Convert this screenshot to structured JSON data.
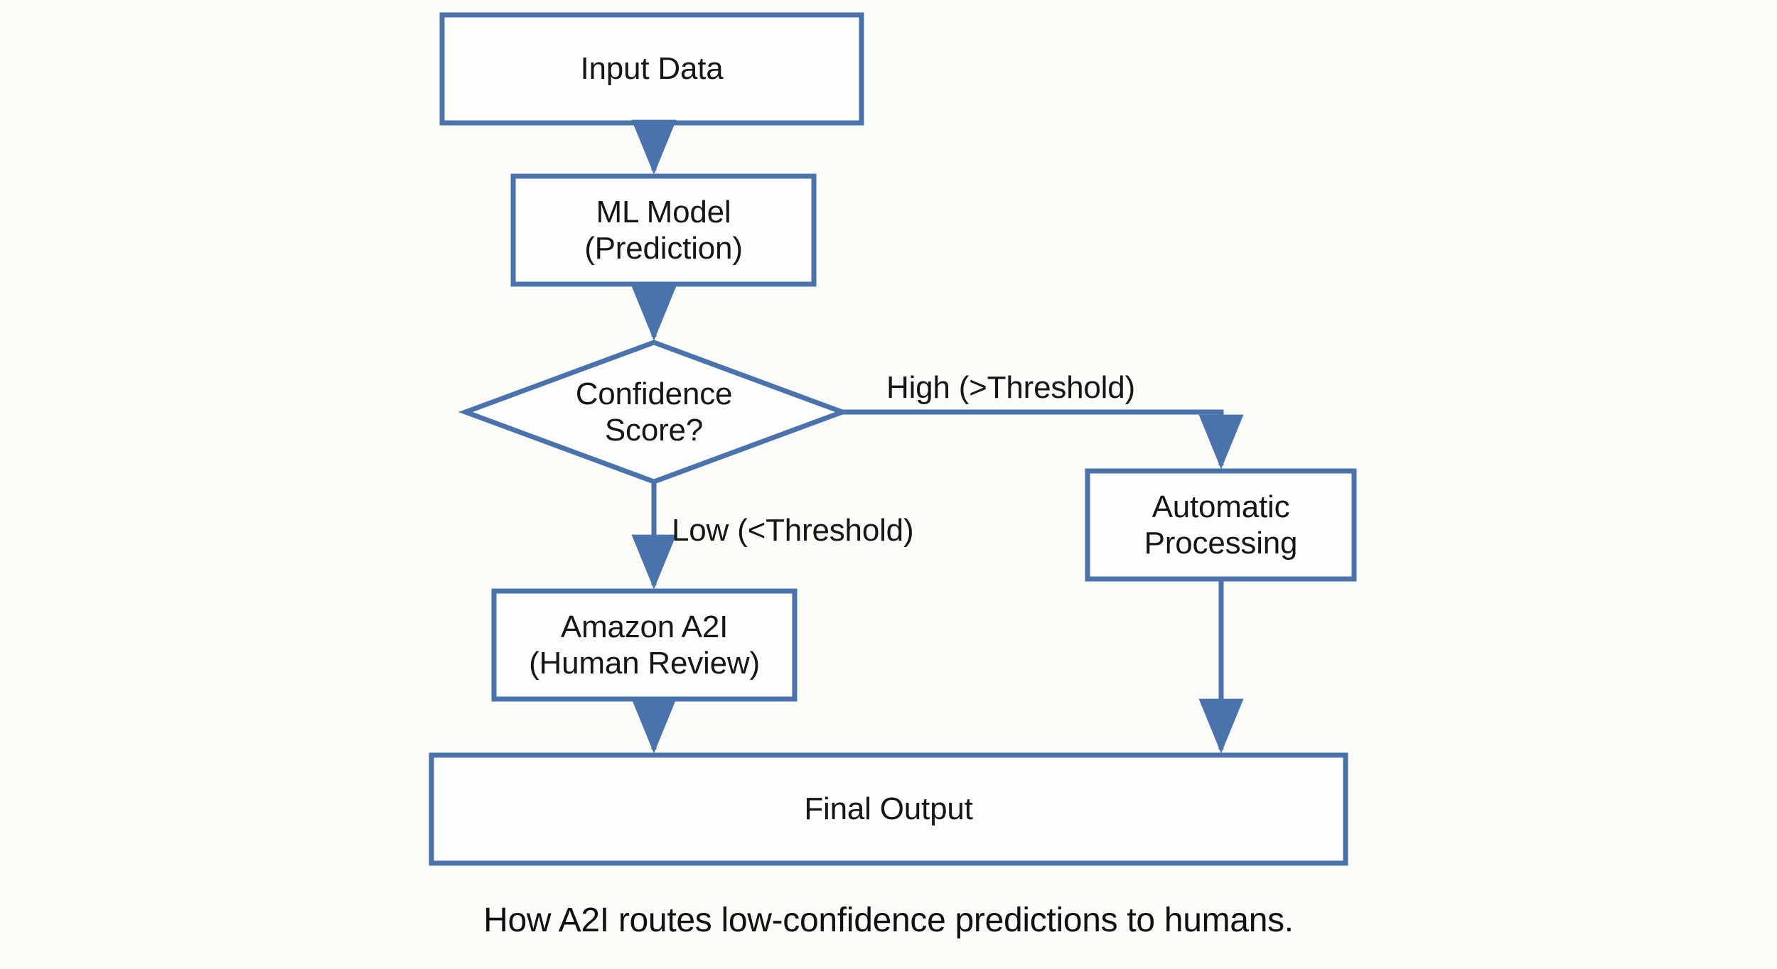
{
  "diagram": {
    "title": "A2I human review routing flowchart",
    "background_color": "#fbfbf8",
    "stroke_color": "#4a73ad",
    "text_color": "#161616",
    "nodes": [
      {
        "id": "input",
        "label": "Input Data",
        "shape": "rectangle"
      },
      {
        "id": "model",
        "label": "ML Model\n(Prediction)",
        "shape": "rectangle"
      },
      {
        "id": "decision",
        "label": "Confidence\nScore?",
        "shape": "diamond"
      },
      {
        "id": "auto",
        "label": "Automatic\nProcessing",
        "shape": "rectangle"
      },
      {
        "id": "a2i",
        "label": "Amazon A2I\n(Human Review)",
        "shape": "rectangle"
      },
      {
        "id": "final",
        "label": "Final Output",
        "shape": "rectangle"
      }
    ],
    "edges": [
      {
        "from": "input",
        "to": "model",
        "label": ""
      },
      {
        "from": "model",
        "to": "decision",
        "label": ""
      },
      {
        "from": "decision",
        "to": "auto",
        "label": "High (>Threshold)"
      },
      {
        "from": "decision",
        "to": "a2i",
        "label": "Low (<Threshold)"
      },
      {
        "from": "a2i",
        "to": "final",
        "label": ""
      },
      {
        "from": "auto",
        "to": "final",
        "label": ""
      }
    ],
    "edge_labels": {
      "high": "High (>Threshold)",
      "low": "Low (<Threshold)"
    },
    "caption": "How A2I routes low-confidence predictions to humans."
  }
}
